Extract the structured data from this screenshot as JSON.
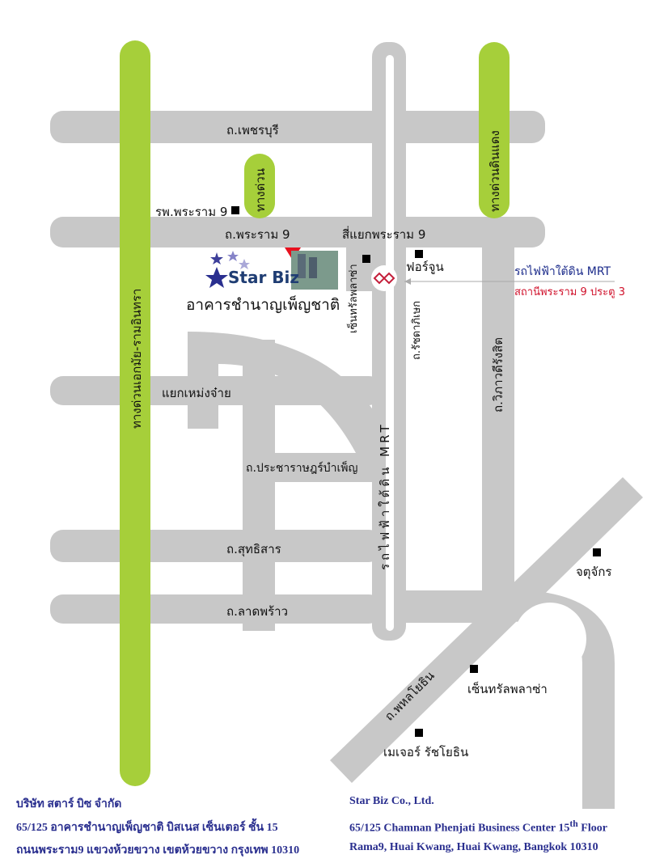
{
  "roads": {
    "phetchaburi": "ถ.เพชรบุรี",
    "rama9": "ถ.พระราม 9",
    "rama9_junction": "สี่แยกพระราม 9",
    "expressway_small": "ทางด่วน",
    "expressway_left": "ทางด่วนเอกมัย-รามอินทรา",
    "expressway_right": "ทางด่วนดินแดง",
    "meng_jai": "แยกเหม่งจ๋าย",
    "pracharat": "ถ.ประชาราษฎร์บำเพ็ญ",
    "sutthisan": "ถ.สุทธิสาร",
    "lat_phrao": "ถ.ลาดพร้าว",
    "ratchada": "ถ.รัชดาภิเษก",
    "vibhavadi": "ถ.วิภาวดีรังสิต",
    "phahon": "ถ.พหลโยธิน",
    "mrt_line": "รถไฟฟ้าใต้ดิน MRT"
  },
  "landmarks": {
    "rama9_hospital": "รพ.พระราม 9",
    "central_plaza_rama9": "เซ็นทรัลพลาซ่า",
    "fortune": "ฟอร์จูน",
    "chatuchak": "จตุจักร",
    "central_ladprao": "เซ็นทรัลพลาซ่า",
    "major": "เมเจอร์ รัชโยธิน"
  },
  "mrt": {
    "title": "รถไฟฟ้าใต้ดิน  MRT",
    "station": "สถานีพระราม 9 ประตู 3"
  },
  "office": {
    "logo_text": "Star Biz",
    "building": "อาคารชำนาญเพ็ญชาติ"
  },
  "footer": {
    "th": [
      "บริษัท สตาร์ บิซ จำกัด",
      "65/125 อาคารชำนาญเพ็ญชาติ บิสเนส เซ็นเตอร์  ชั้น 15",
      "ถนนพระราม9  แขวงห้วยขวาง เขตห้วยขวาง กรุงเทพ 10310"
    ],
    "en": [
      "Star Biz Co., Ltd.",
      "65/125 Chamnan Phenjati Business Center 15",
      "th",
      "Floor",
      "Rama9, Huai Kwang, Huai Kwang, Bangkok 10310"
    ]
  },
  "colors": {
    "road": "#c8c8c8",
    "expressway": "#a6cf3a",
    "text": "#2a2f8f",
    "marker": "#e8101e"
  }
}
